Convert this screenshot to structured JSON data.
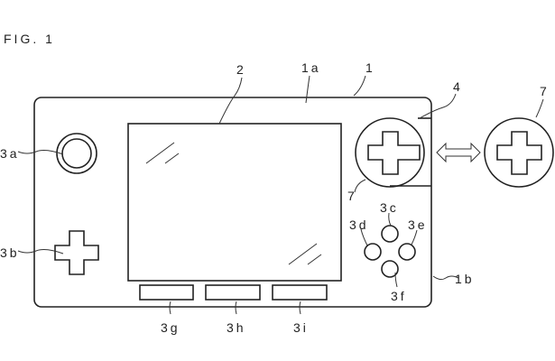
{
  "figure": {
    "title": "FIG. 1",
    "labels": {
      "device": "1",
      "upper_housing": "1a",
      "lower_housing": "1b",
      "screen": "2",
      "analog_stick": "3a",
      "dpad": "3b",
      "button_top": "3c",
      "button_left": "3d",
      "button_right": "3e",
      "button_bottom": "3f",
      "button_g": "3g",
      "button_h": "3h",
      "button_i": "3i",
      "slot": "4",
      "attached_module": "7",
      "detached_module": "7"
    }
  }
}
